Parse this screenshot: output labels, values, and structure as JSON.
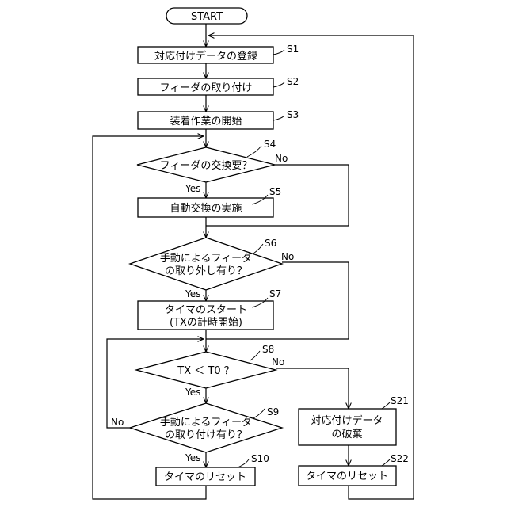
{
  "start": "START",
  "nodes": {
    "s1": {
      "text": "対応付けデータの登録",
      "step": "S1"
    },
    "s2": {
      "text": "フィーダの取り付け",
      "step": "S2"
    },
    "s3": {
      "text": "装着作業の開始",
      "step": "S3"
    },
    "s4": {
      "text": "フィーダの交換要？",
      "step": "S4"
    },
    "s5": {
      "text": "自動交換の実施",
      "step": "S5"
    },
    "s6": {
      "line1": "手動によるフィーダ",
      "line2": "の取り外し有り？",
      "step": "S6"
    },
    "s7": {
      "line1": "タイマのスタート",
      "line2": "(TXの計時開始)",
      "step": "S7"
    },
    "s8": {
      "text": "TX ＜ T0 ？",
      "step": "S8"
    },
    "s9": {
      "line1": "手動によるフィーダ",
      "line2": "の取り付け有り？",
      "step": "S9"
    },
    "s10": {
      "text": "タイマのリセット",
      "step": "S10"
    },
    "s21": {
      "line1": "対応付けデータ",
      "line2": "の破棄",
      "step": "S21"
    },
    "s22": {
      "text": "タイマのリセット",
      "step": "S22"
    }
  },
  "labels": {
    "s4_no": "No",
    "s4_yes": "Yes",
    "s6_no": "No",
    "s6_yes": "Yes",
    "s8_no": "No",
    "s8_yes": "Yes",
    "s9_no": "No",
    "s9_yes": "Yes"
  }
}
